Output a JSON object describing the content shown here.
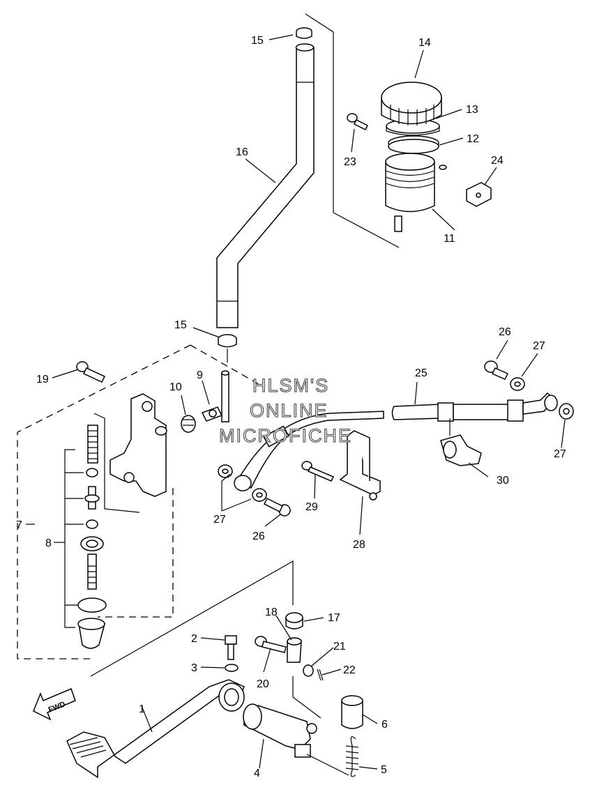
{
  "diagram": {
    "watermark": [
      "HLSM'S",
      "ONLINE",
      "MICROFICHE"
    ],
    "direction_badge": "FWD",
    "callouts": {
      "c1": "1",
      "c2": "2",
      "c3": "3",
      "c4": "4",
      "c5": "5",
      "c6": "6",
      "c7": "7",
      "c8": "8",
      "c9": "9",
      "c10": "10",
      "c11": "11",
      "c12": "12",
      "c13": "13",
      "c14": "14",
      "c15a": "15",
      "c15b": "15",
      "c16": "16",
      "c17": "17",
      "c18": "18",
      "c19": "19",
      "c20": "20",
      "c21": "21",
      "c22": "22",
      "c23": "23",
      "c24": "24",
      "c25": "25",
      "c26a": "26",
      "c26b": "26",
      "c27a": "27",
      "c27b": "27",
      "c27c": "27",
      "c28": "28",
      "c29": "29",
      "c30": "30"
    }
  }
}
